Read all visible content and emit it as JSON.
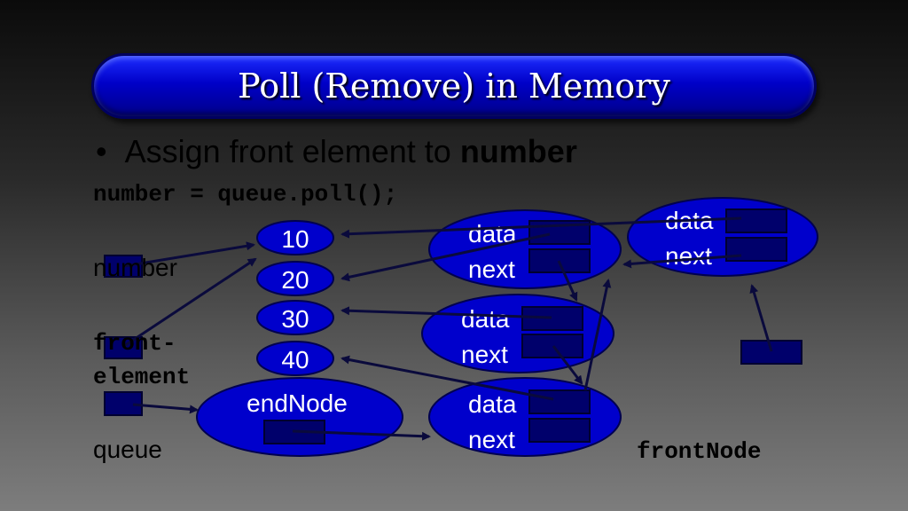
{
  "title": "Poll (Remove) in Memory",
  "bullet": {
    "text": "Assign front element to ",
    "bold": "number"
  },
  "code": "number = queue.poll();",
  "labels": {
    "number": "number",
    "front_element_line1": "front-",
    "front_element_line2": "element",
    "queue": "queue",
    "front_node": "frontNode",
    "end_node": "endNode"
  },
  "values": [
    "10",
    "20",
    "30",
    "40"
  ],
  "node_fields": {
    "data": "data",
    "next": "next"
  },
  "colors": {
    "node_fill": "#0000cc",
    "box_fill": "#00006b",
    "arrow": "#0a0a3c",
    "title_bar": "#0000c8"
  }
}
